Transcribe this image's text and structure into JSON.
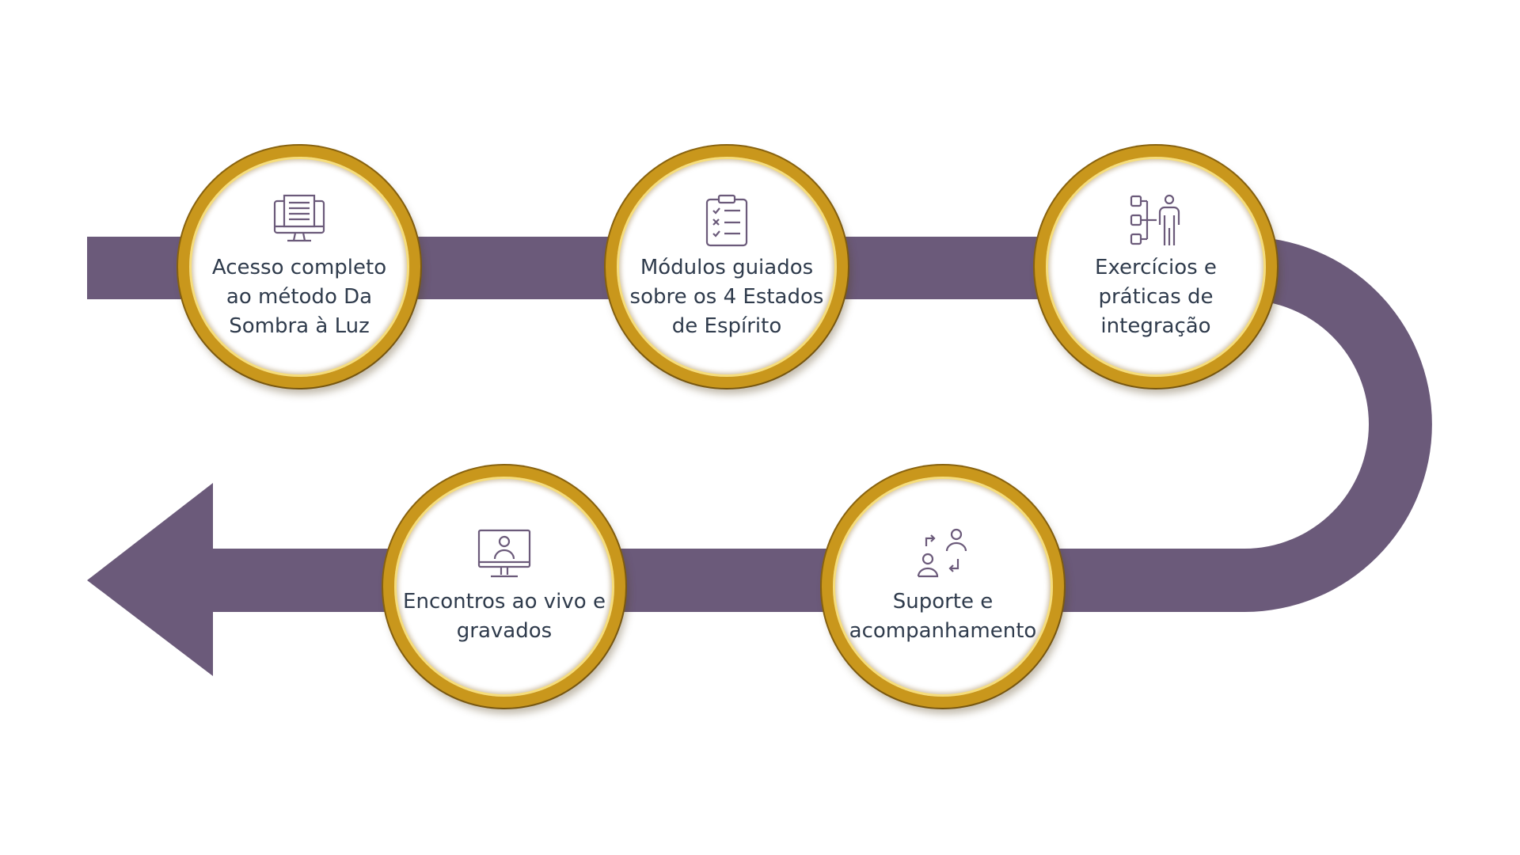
{
  "colors": {
    "path": "#6b5a7a",
    "ring": "#c9971c",
    "text": "#2f3b4c",
    "icon": "#6b5a7a"
  },
  "steps": [
    {
      "label": "Acesso completo ao método Da Sombra à Luz",
      "icon": "monitor-document-icon"
    },
    {
      "label": "Módulos guiados sobre os 4 Estados de Espírito",
      "icon": "clipboard-checklist-icon"
    },
    {
      "label": "Exercícios e práticas de integração",
      "icon": "flowchart-person-icon"
    },
    {
      "label": "Suporte e acompanhamento",
      "icon": "people-exchange-icon"
    },
    {
      "label": "Encontros ao vivo e gravados",
      "icon": "video-call-icon"
    }
  ]
}
